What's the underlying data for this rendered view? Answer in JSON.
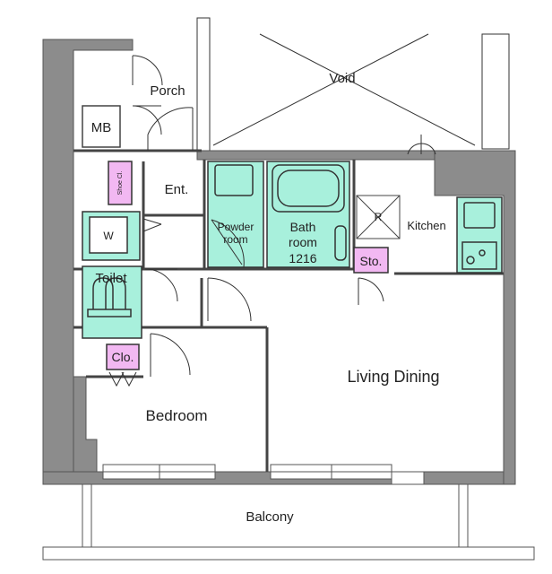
{
  "rooms": {
    "void": "Void",
    "porch": "Porch",
    "mb": "MB",
    "shoe_closet": "Shoe Cl.",
    "entrance": "Ent.",
    "washer": "W",
    "powder_room_line1": "Powder",
    "powder_room_line2": "room",
    "bath_room_line1": "Bath",
    "bath_room_line2": "room",
    "bath_size": "1216",
    "refrigerator": "R",
    "kitchen": "Kitchen",
    "storage": "Sto.",
    "toilet": "Toilet",
    "closet": "Clo.",
    "living_dining": "Living Dining",
    "bedroom": "Bedroom",
    "balcony": "Balcony"
  },
  "colors": {
    "wall": "#8c8c8c",
    "wet_area": "#a8f0dc",
    "storage": "#f2b8f2",
    "line": "#333333"
  }
}
